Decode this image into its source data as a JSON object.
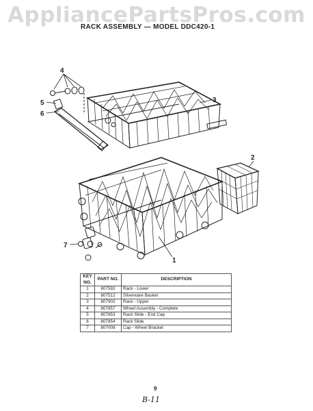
{
  "watermark": "AppliancePartsPros.com",
  "heading": "RACK ASSEMBLY — MODEL DDC420-1",
  "callouts": [
    "1",
    "2",
    "3",
    "4",
    "5",
    "6",
    "7"
  ],
  "table": {
    "headers": {
      "key": "KEY NO.",
      "part": "PART NO.",
      "description": "DESCRIPTION"
    },
    "rows": [
      {
        "key": "1",
        "part": "807592",
        "description": "Rack - Lower"
      },
      {
        "key": "2",
        "part": "807512",
        "description": "Silverware Basket"
      },
      {
        "key": "3",
        "part": "807902",
        "description": "Rack - Upper"
      },
      {
        "key": "4",
        "part": "807857",
        "description": "Wheel Assembly - Complete"
      },
      {
        "key": "5",
        "part": "807853",
        "description": "Rack Slide - End Cap"
      },
      {
        "key": "6",
        "part": "807854",
        "description": "Rack Slide"
      },
      {
        "key": "7",
        "part": "807008",
        "description": "Cap - Wheel Bracket"
      }
    ]
  },
  "page_number": "9",
  "handwritten_note": "B-11"
}
